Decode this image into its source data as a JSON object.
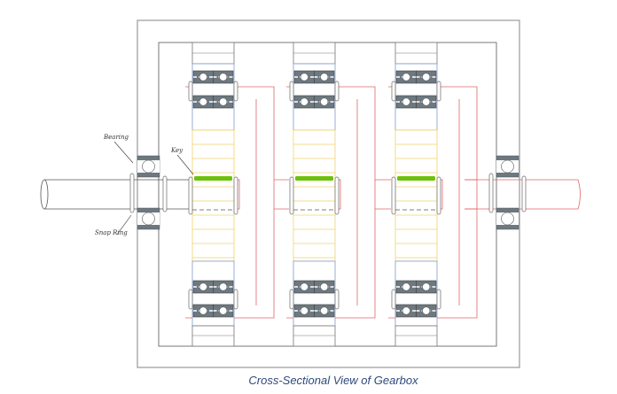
{
  "caption": "Cross-Sectional View of Gearbox",
  "labels": {
    "bearing": "Bearing",
    "snap_ring": "Snap Ring",
    "key": "Key"
  },
  "colors": {
    "housing": "#8a8a8a",
    "bearing_fill": "#6d7880",
    "shaft_input": "#555555",
    "shaft_output": "#e06666",
    "gear_hub": "#7d9ccc",
    "gear_teeth": "#f2d36b",
    "key": "#6cc20a",
    "caption": "#2e4a7d"
  },
  "components": {
    "gear_stages": 3,
    "housing_bearings": 2,
    "shafts": [
      "input-shaft",
      "intermediate-shaft-1",
      "intermediate-shaft-2",
      "output-shaft"
    ]
  }
}
